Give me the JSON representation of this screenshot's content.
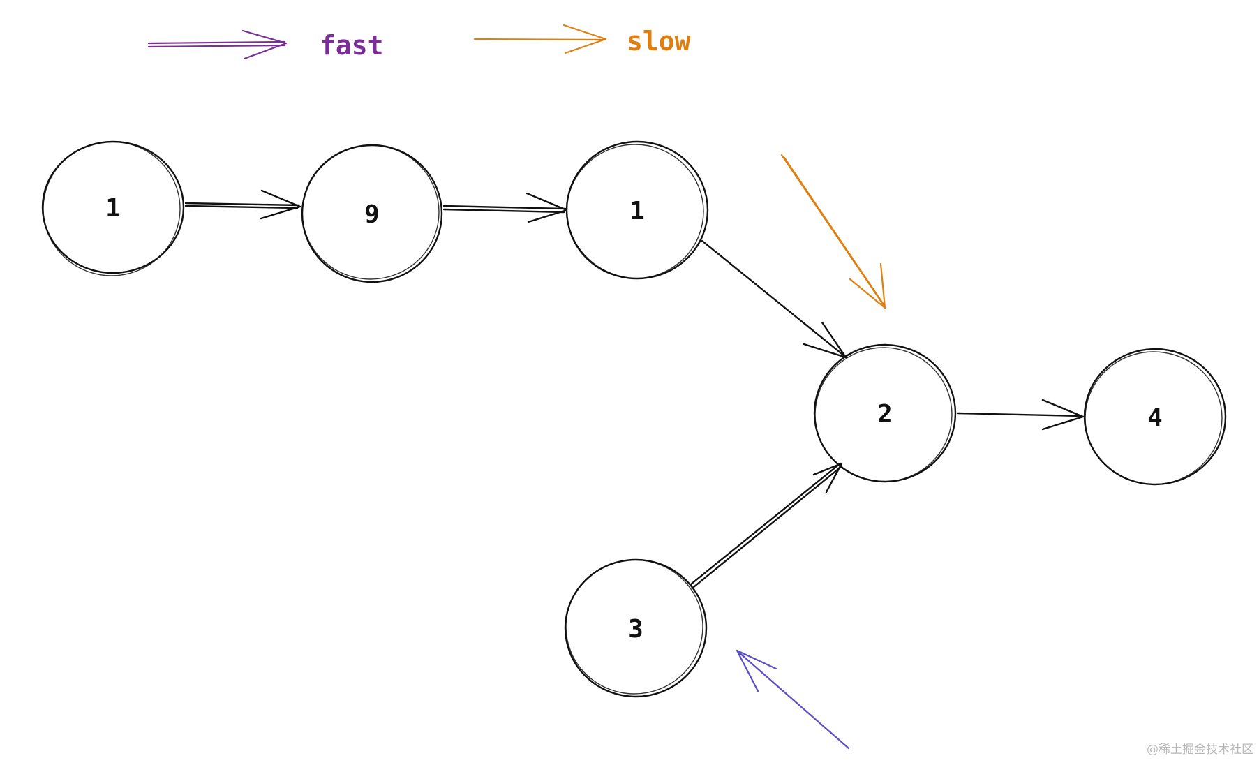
{
  "legend": {
    "fast": {
      "label": "fast",
      "color": "#7b2e96"
    },
    "slow": {
      "label": "slow",
      "color": "#e07f10"
    }
  },
  "nodes": [
    {
      "id": "n1a",
      "label": "1"
    },
    {
      "id": "n9",
      "label": "9"
    },
    {
      "id": "n1b",
      "label": "1"
    },
    {
      "id": "n2",
      "label": "2"
    },
    {
      "id": "n4",
      "label": "4"
    },
    {
      "id": "n3",
      "label": "3"
    }
  ],
  "edges": [
    {
      "from": "n1a",
      "to": "n9"
    },
    {
      "from": "n9",
      "to": "n1b"
    },
    {
      "from": "n1b",
      "to": "n2"
    },
    {
      "from": "n2",
      "to": "n4"
    },
    {
      "from": "n3",
      "to": "n2"
    }
  ],
  "pointers": [
    {
      "name": "slow",
      "target": "n2",
      "color": "#e07f10"
    },
    {
      "name": "fast",
      "target": "n3",
      "color": "#5b4fc6"
    }
  ],
  "watermark": "@稀土掘金技术社区"
}
